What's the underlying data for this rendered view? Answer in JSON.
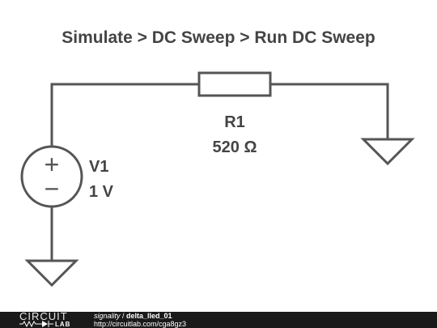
{
  "title": "Simulate > DC Sweep > Run DC Sweep",
  "components": {
    "resistor": {
      "name": "R1",
      "value": "520 Ω"
    },
    "source": {
      "name": "V1",
      "value": "1 V",
      "plus_symbol": "+",
      "minus_symbol": "−"
    }
  },
  "footer": {
    "logo_top": "CIRCUIT",
    "logo_bottom": "LAB",
    "author": "signality",
    "separator": " / ",
    "design_name": "delta_lled_01",
    "url": "http://circuitlab.com/cga8gz3"
  },
  "colors": {
    "wire": "#555555",
    "text": "#444444",
    "footer_bg": "#1a1a1a"
  }
}
